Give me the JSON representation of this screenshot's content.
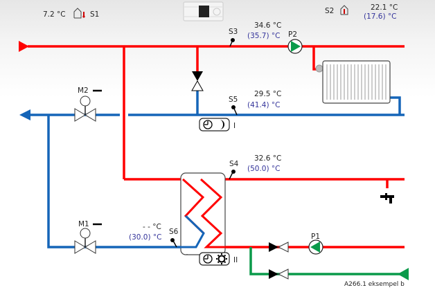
{
  "outdoor": {
    "temp": "7.2 °C",
    "sensor": "S1",
    "icon": "house-thermometer-icon"
  },
  "room": {
    "sensor": "S2",
    "temp": "22.1 °C",
    "setpoint": "(17.6) °C",
    "icon": "house-thermometer-icon"
  },
  "mode_switch": {
    "icon": "display-toggle-icon"
  },
  "sensors": {
    "s3": {
      "label": "S3",
      "temp": "34.6 °C",
      "setpoint": "(35.7) °C"
    },
    "s5": {
      "label": "S5",
      "temp": "29.5 °C",
      "setpoint": "(41.4) °C"
    },
    "s4": {
      "label": "S4",
      "temp": "32.6 °C",
      "setpoint": "(50.0) °C"
    },
    "s6": {
      "label": "S6",
      "temp": "- - °C",
      "setpoint": "(30.0) °C"
    }
  },
  "pumps": {
    "p1": "P1",
    "p2": "P2"
  },
  "valves": {
    "m1": "M1",
    "m2": "M2"
  },
  "circuits": {
    "c1": "I",
    "c2": "II"
  },
  "caption": "A266.1 eksempel b",
  "colors": {
    "supply": "#ff0000",
    "return": "#1565b8",
    "cold_water": "#0a9a4a",
    "pump_fill": "#0a9a4a",
    "setpoint_text": "#33339a"
  }
}
